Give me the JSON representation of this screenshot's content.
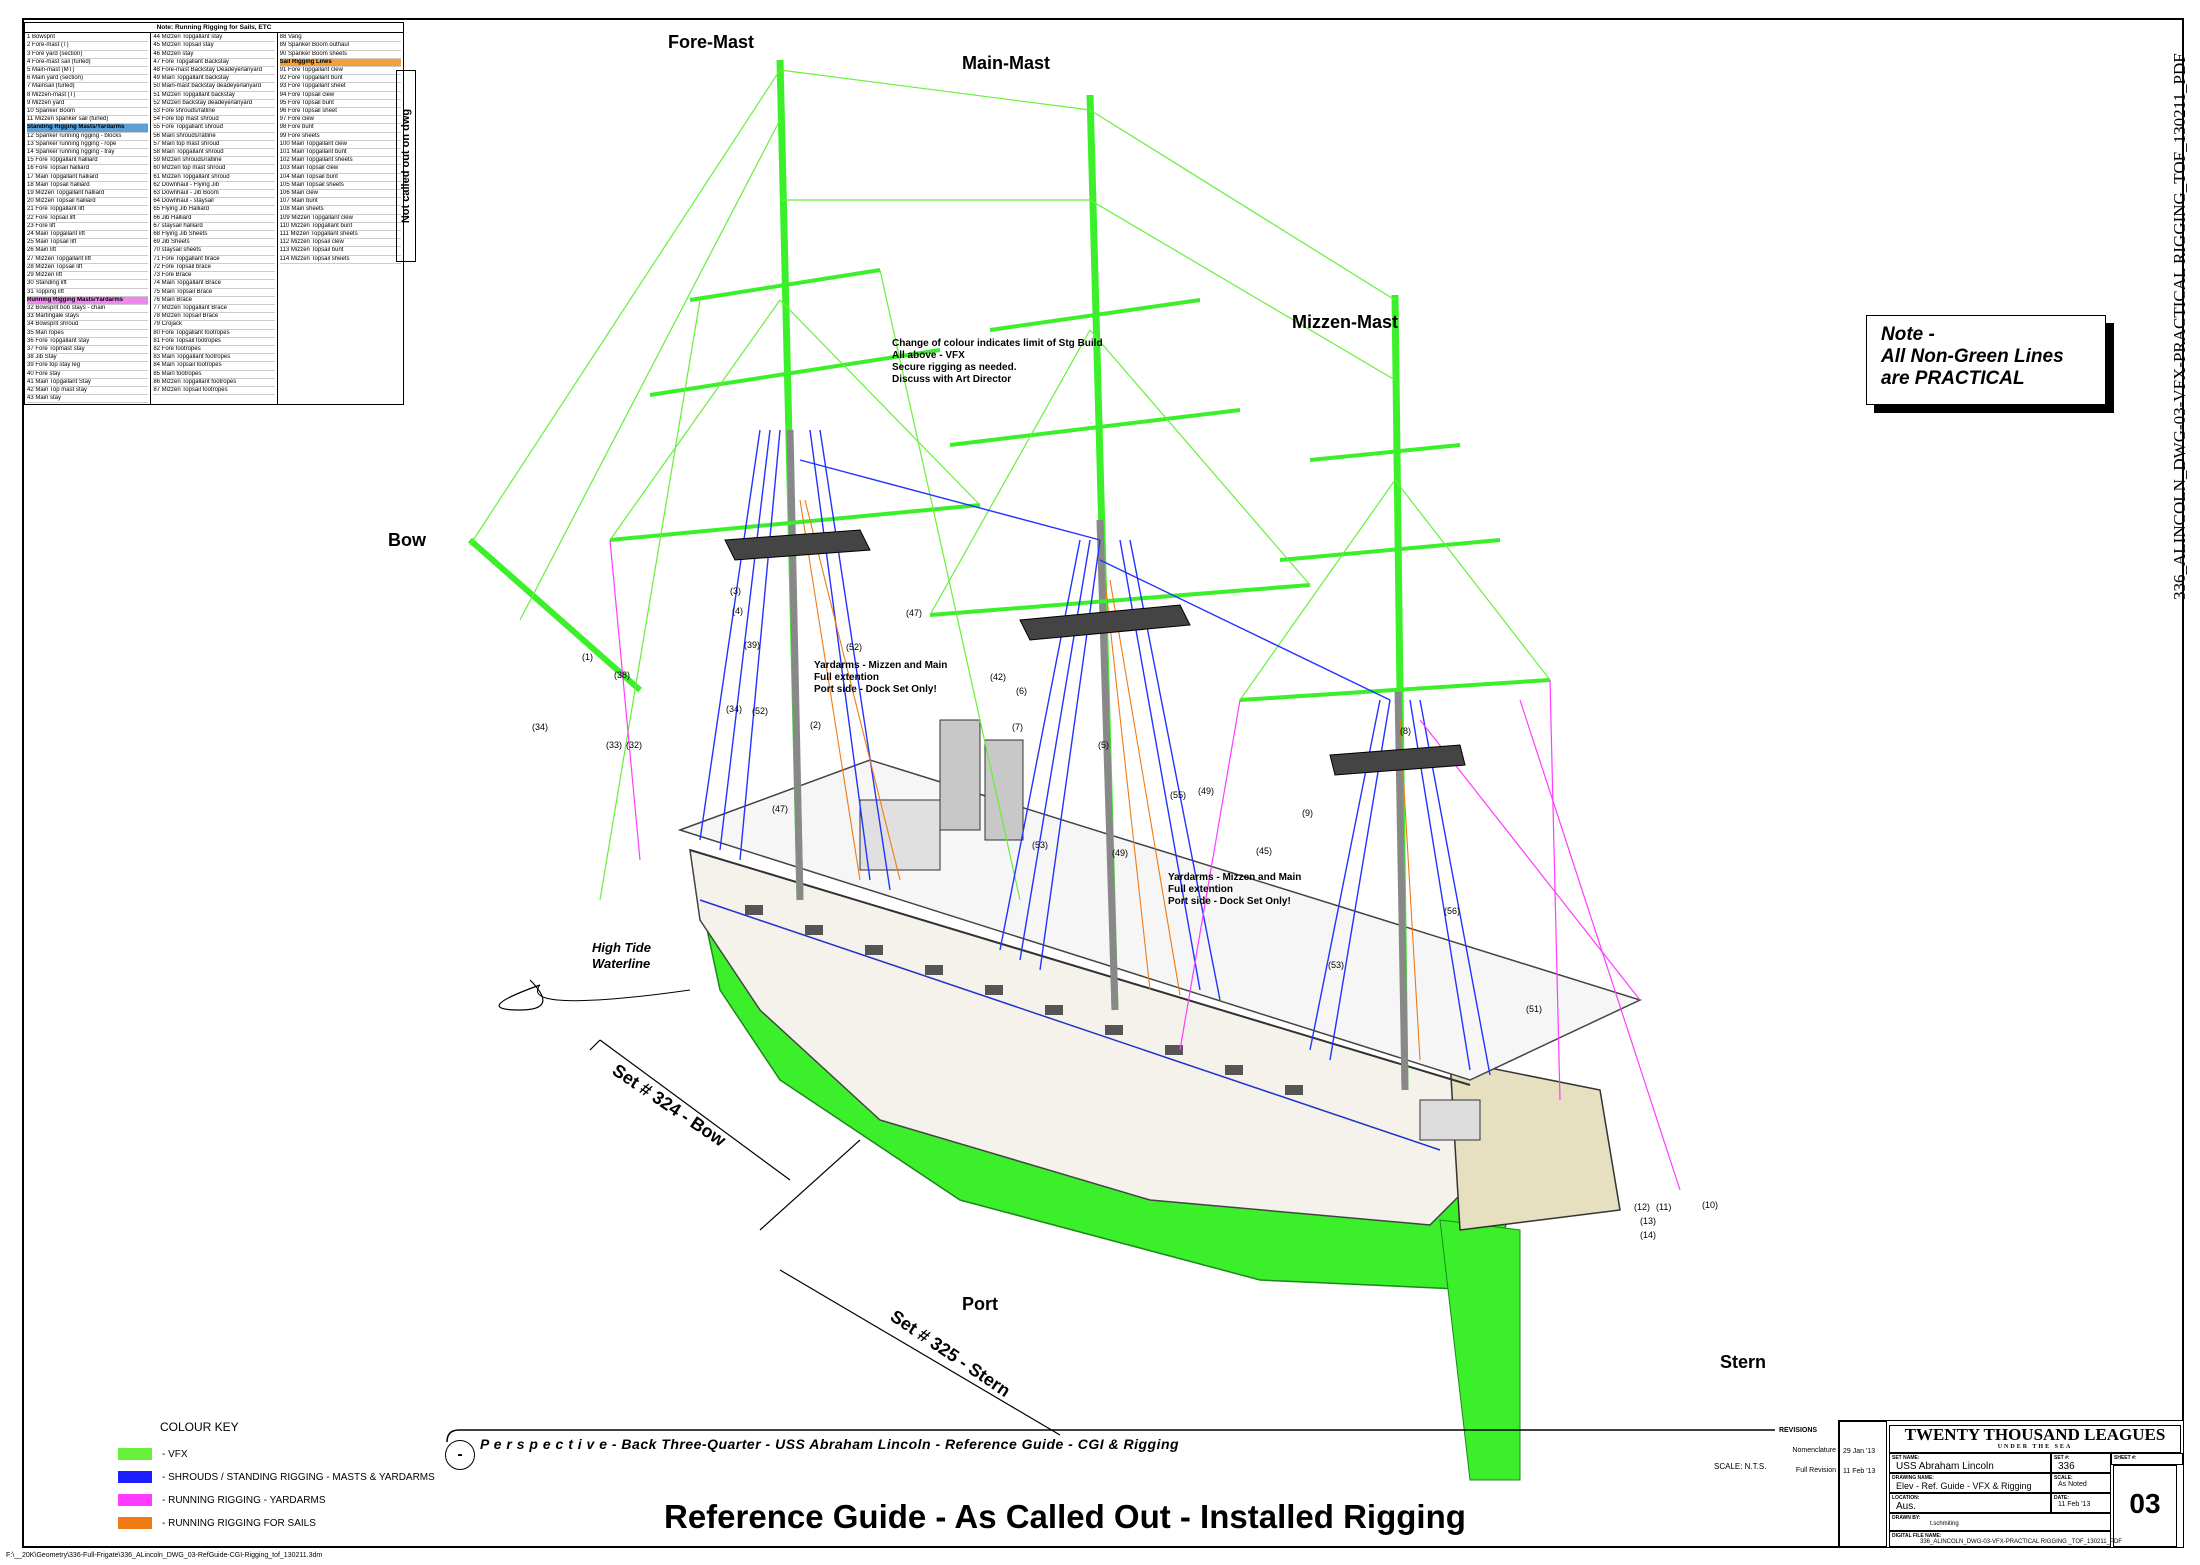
{
  "legend": {
    "title": "Note: Running Rigging for Sails, ETC",
    "col1": [
      {
        "t": "1 Bowsprit"
      },
      {
        "t": "2 Fore-mast (T)"
      },
      {
        "t": "3 Fore yard (section)"
      },
      {
        "t": "4 Fore-mast sail (furled)"
      },
      {
        "t": "5 Main-mast (MT)"
      },
      {
        "t": "6 Main yard (section)"
      },
      {
        "t": "7 Mainsail (furled)"
      },
      {
        "t": "8 Mizzen-mast (T)"
      },
      {
        "t": "9 Mizzen yard"
      },
      {
        "t": "10 Spanker Boom"
      },
      {
        "t": "11 Mizzen spanker sail (furled)"
      },
      {
        "t": "Standing Rigging Masts/Yardarms",
        "h": "blue"
      },
      {
        "t": "12 Spanker running rigging - blocks"
      },
      {
        "t": "13 Spanker running rigging - rope"
      },
      {
        "t": "14 Spanker running rigging - tray"
      },
      {
        "t": "15 Fore Topgallant halliard"
      },
      {
        "t": "16 Fore Topsail halliard"
      },
      {
        "t": "17 Main Topgallant halliard"
      },
      {
        "t": "18 Main Topsail halliard"
      },
      {
        "t": "19 Mizzen Topgallant halliard"
      },
      {
        "t": "20 Mizzen Topsail halliard"
      },
      {
        "t": "21 Fore Topgallant lift"
      },
      {
        "t": "22 Fore Topsail lift"
      },
      {
        "t": "23 Fore lift"
      },
      {
        "t": "24 Main Topgallant lift"
      },
      {
        "t": "25 Main Topsail lift"
      },
      {
        "t": "26 Main lift"
      },
      {
        "t": "27 Mizzen Topgallant lift"
      },
      {
        "t": "28 Mizzen Topsail lift"
      },
      {
        "t": "29 Mizzen lift"
      },
      {
        "t": "30 Standing lift"
      },
      {
        "t": "31 Topping lift"
      },
      {
        "t": "Running Rigging Masts/Yardarms",
        "h": "pink"
      },
      {
        "t": "32 Bowsprit bob stays - chain"
      },
      {
        "t": "33 Martingale stays"
      },
      {
        "t": "34 Bowsprit shroud"
      },
      {
        "t": "35 Man ropes"
      },
      {
        "t": "36 Fore Topgallant stay"
      },
      {
        "t": "37 Fore Topmast stay"
      },
      {
        "t": "38 Jib Stay"
      },
      {
        "t": "39 Fore top stay leg"
      },
      {
        "t": "40 Fore stay"
      },
      {
        "t": "41 Main Topgallant Stay"
      },
      {
        "t": "42 Main Top mast stay"
      },
      {
        "t": "43 Main stay"
      }
    ],
    "col2": [
      {
        "t": "44 Mizzen Topgallant stay"
      },
      {
        "t": "45 Mizzen Topsail stay"
      },
      {
        "t": "46 Mizzen stay"
      },
      {
        "t": "47 Fore Topgallant Backstay"
      },
      {
        "t": "48 Fore-mast Backstay Deadeye/lanyard"
      },
      {
        "t": "49 Main Topgallant backstay"
      },
      {
        "t": "50 Main-mast backstay deadeye/lanyard"
      },
      {
        "t": "51 Mizzen Topgallant backstay"
      },
      {
        "t": "52 Mizzen backstay deadeye/lanyard"
      },
      {
        "t": "53 Fore shrouds/ratline"
      },
      {
        "t": "54 Fore top mast shroud"
      },
      {
        "t": "55 Fore Topgallant shroud"
      },
      {
        "t": "56 Main shrouds/ratline"
      },
      {
        "t": "57 Main top mast shroud"
      },
      {
        "t": "58 Main Topgallant shroud"
      },
      {
        "t": "59 Mizzen shrouds/ratline"
      },
      {
        "t": "60 Mizzen top mast shroud"
      },
      {
        "t": "61 Mizzen Topgallant shroud"
      },
      {
        "t": "62 Downhaul - Flying Jib"
      },
      {
        "t": "63 Downhaul - Jib Boom"
      },
      {
        "t": "64 Downhaul - staysail"
      },
      {
        "t": "65 Flying Jib Halliard"
      },
      {
        "t": "66 Jib Halliard"
      },
      {
        "t": "67 staysail halliard"
      },
      {
        "t": "68 Flying Jib Sheets"
      },
      {
        "t": "69 Jib Sheets"
      },
      {
        "t": "70 staysail sheets"
      },
      {
        "t": "71 Fore Topgallant brace"
      },
      {
        "t": "72 Fore Topsail brace"
      },
      {
        "t": "73 Fore Brace"
      },
      {
        "t": "74 Main Topgallant Brace"
      },
      {
        "t": "75 Main Topsail Brace"
      },
      {
        "t": "76 Main Brace"
      },
      {
        "t": "77 Mizzen Topgallant Brace"
      },
      {
        "t": "78 Mizzen Topsail Brace"
      },
      {
        "t": "79 Crojack"
      },
      {
        "t": "80 Fore Topgallant footropes"
      },
      {
        "t": "81 Fore Topsail footropes"
      },
      {
        "t": "82 Fore footropes"
      },
      {
        "t": "83 Main Topgallant footropes"
      },
      {
        "t": "84 Main Topsail footropes"
      },
      {
        "t": "85 Main footropes"
      },
      {
        "t": "86 Mizzen Topgallant footropes"
      },
      {
        "t": "87 Mizzen Topsail footropes"
      }
    ],
    "col3": [
      {
        "t": "88 Vang"
      },
      {
        "t": "89 Spanker Boom outhaul"
      },
      {
        "t": "90 Spanker Boom sheets"
      },
      {
        "t": "Sail Rigging Lines",
        "h": "orange"
      },
      {
        "t": "91 Fore Topgallant clew"
      },
      {
        "t": "92 Fore Topgallant bunt"
      },
      {
        "t": "93 Fore Topgallant sheet"
      },
      {
        "t": "94 Fore Topsail clew"
      },
      {
        "t": "95 Fore Topsail bunt"
      },
      {
        "t": "96 Fore Topsail sheet"
      },
      {
        "t": "97 Fore clew"
      },
      {
        "t": "98 Fore bunt"
      },
      {
        "t": "99 Fore sheets"
      },
      {
        "t": "100 Main Topgallant clew"
      },
      {
        "t": "101 Main Topgallant bunt"
      },
      {
        "t": "102 Main Topgallant sheets"
      },
      {
        "t": "103 Main Topsail clew"
      },
      {
        "t": "104 Main Topsail bunt"
      },
      {
        "t": "105 Main Topsail sheets"
      },
      {
        "t": "106 Main clew"
      },
      {
        "t": "107 Main bunt"
      },
      {
        "t": "108 Main sheets"
      },
      {
        "t": "109 Mizzen Topgallant clew"
      },
      {
        "t": "110 Mizzen Topgallant bunt"
      },
      {
        "t": "111 Mizzen Topgallant sheets"
      },
      {
        "t": "112 Mizzen Topsail clew"
      },
      {
        "t": "113 Mizzen Topsail bunt"
      },
      {
        "t": "114 Mizzen Topsail sheets"
      }
    ],
    "not_called": "Not called out on dwg"
  },
  "labels": {
    "fore_mast": "Fore-Mast",
    "main_mast": "Main-Mast",
    "mizzen_mast": "Mizzen-Mast",
    "bow": "Bow",
    "port": "Port",
    "stern": "Stern",
    "high_tide": "High Tide\nWaterline",
    "set_bow": "Set # 324 - Bow",
    "set_stern": "Set # 325 - Stern"
  },
  "callouts": {
    "colour_change": [
      "Change of colour indicates limit of Stg Build",
      "All above - VFX",
      "Secure rigging as needed.",
      "Discuss with Art Director"
    ],
    "yardarms_1": [
      "Yardarms - Mizzen and Main",
      "Full extention",
      "Port side - Dock Set Only!"
    ],
    "yardarms_2": [
      "Yardarms - Mizzen and Main",
      "Full extention",
      "Port side - Dock Set Only!"
    ]
  },
  "numbers": [
    "(1)",
    "(38)",
    "(34)",
    "(33)",
    "(32)",
    "(34)",
    "(52)",
    "(39)",
    "(3)",
    "(4)",
    "(47)",
    "(52)",
    "(2)",
    "(47)",
    "(42)",
    "(6)",
    "(7)",
    "(5)",
    "(55)",
    "(49)",
    "(53)",
    "(9)",
    "(45)",
    "(8)",
    "(49)",
    "(53)",
    "(56)",
    "(51)",
    "(12)",
    "(11)",
    "(13)",
    "(14)",
    "(10)"
  ],
  "note": [
    "Note -",
    "All Non-Green Lines",
    "are PRACTICAL"
  ],
  "vertical_title": "336_ALINCOLN_DWG-03-VFX-PRACTICAL RIGGING_TOF_130211_PDF",
  "colour_key": {
    "title": "COLOUR KEY",
    "items": [
      {
        "label": "- VFX",
        "color": "#66f03a"
      },
      {
        "label": "- SHROUDS / STANDING RIGGING - MASTS & YARDARMS",
        "color": "#1d1dff"
      },
      {
        "label": "- RUNNING RIGGING - YARDARMS",
        "color": "#ff3cff"
      },
      {
        "label": "- RUNNING RIGGING FOR SAILS",
        "color": "#f07a14"
      }
    ]
  },
  "perspective": "P e r s p e c t i v e  -  Back Three-Quarter  -  USS Abraham Lincoln - Reference Guide - CGI & Rigging",
  "perspective_symbol": "-",
  "scale": "SCALE: N.T.S.",
  "main_title": "Reference Guide - As Called Out - Installed Rigging",
  "title_block": {
    "logo": "TWENTY THOUSAND LEAGUES",
    "logo_sub": "UNDER THE SEA",
    "revisions_label": "REVISIONS",
    "rev1_label": "Nomenclature",
    "rev1_date": "29 Jan '13",
    "rev2_label": "Full Revision",
    "rev2_date": "11 Feb '13",
    "set_name_lbl": "SET NAME:",
    "set_name": "USS Abraham Lincoln",
    "set_no_lbl": "SET #:",
    "set_no": "336",
    "sheet_lbl": "SHEET #:",
    "sheet_no": "03",
    "drawing_name_lbl": "DRAWING NAME:",
    "drawing_name": "Elev - Ref. Guide - VFX & Rigging",
    "scale_lbl": "SCALE:",
    "scale": "As Noted",
    "location_lbl": "LOCATION:",
    "location": "Aus.",
    "date_lbl": "DATE:",
    "date": "11 Feb '13",
    "drawn_lbl": "DRAWN BY:",
    "drawn": "t.schmiting",
    "file_lbl": "DIGITAL FILE NAME:",
    "file": "336_ALINCOLN_DWG-03-VFX-PRACTICAL RIGGING _TOF_130211_PDF"
  },
  "file_path": "F:\\__20K\\Geometry\\336-Full-Frigate\\336_ALincoln_DWG_03-RefGuide-CGI-Rigging_tof_130211.3dm"
}
